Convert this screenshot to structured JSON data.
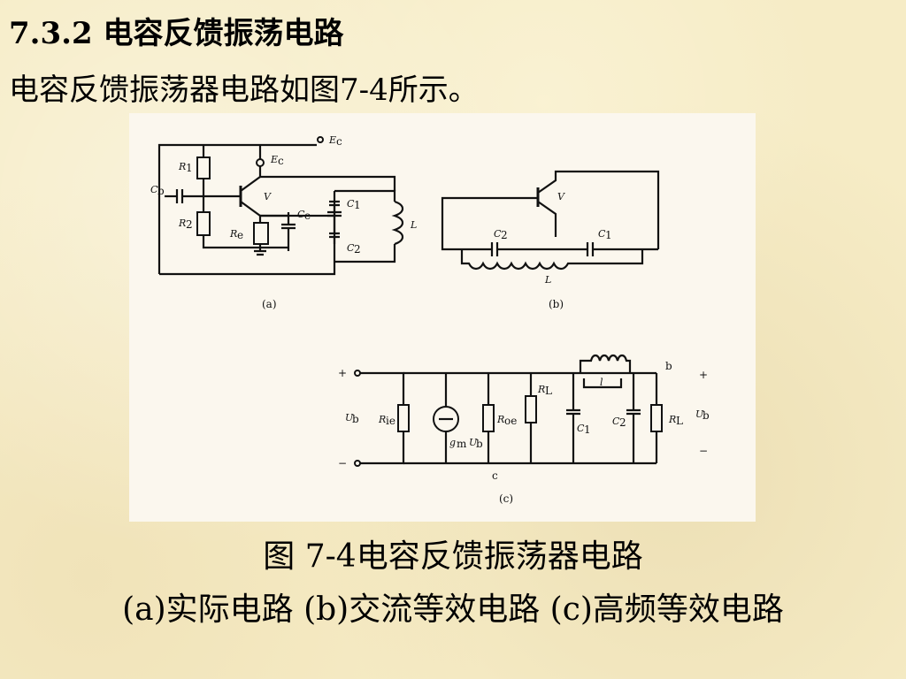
{
  "slide": {
    "title": "7.3.2 电容反馈振荡电路",
    "intro": "电容反馈振荡器电路如图7-4所示。"
  },
  "figure": {
    "caption": "图 7-4电容反馈振荡器电路",
    "subcaption": "(a)实际电路 (b)交流等效电路 (c)高频等效电路",
    "panel_labels": [
      "(a)",
      "(b)",
      "(c)"
    ],
    "labels_a": {
      "ec": "E",
      "ec_sub": "c",
      "rc": "E",
      "rc_sub": "c",
      "r1": "R",
      "r1_sub": "1",
      "r2": "R",
      "r2_sub": "2",
      "cb": "C",
      "cb_sub": "b",
      "re": "R",
      "re_sub": "e",
      "ce": "C",
      "ce_sub": "e",
      "c1": "C",
      "c1_sub": "1",
      "c2": "C",
      "c2_sub": "2",
      "v": "V",
      "l": "L"
    },
    "labels_b": {
      "v": "V",
      "c1": "C",
      "c1_sub": "1",
      "c2": "C",
      "c2_sub": "2",
      "l": "L"
    },
    "labels_c": {
      "plus_left": "+",
      "minus_left": "−",
      "plus_right": "+",
      "minus_right": "−",
      "ui": "U",
      "ui_sub": "b",
      "ri": "R",
      "ri_sub": "ie",
      "gm": "g",
      "gm_sub": "m",
      "ub": "U",
      "ub_sub": "b",
      "roe": "R",
      "roe_sub": "oe",
      "rl": "R",
      "rl_sub": "L",
      "c1": "C",
      "c1_sub": "1",
      "c2": "C",
      "c2_sub": "2",
      "l": "l",
      "b": "b",
      "c": "c",
      "uo": "U",
      "uo_sub": "b"
    }
  }
}
